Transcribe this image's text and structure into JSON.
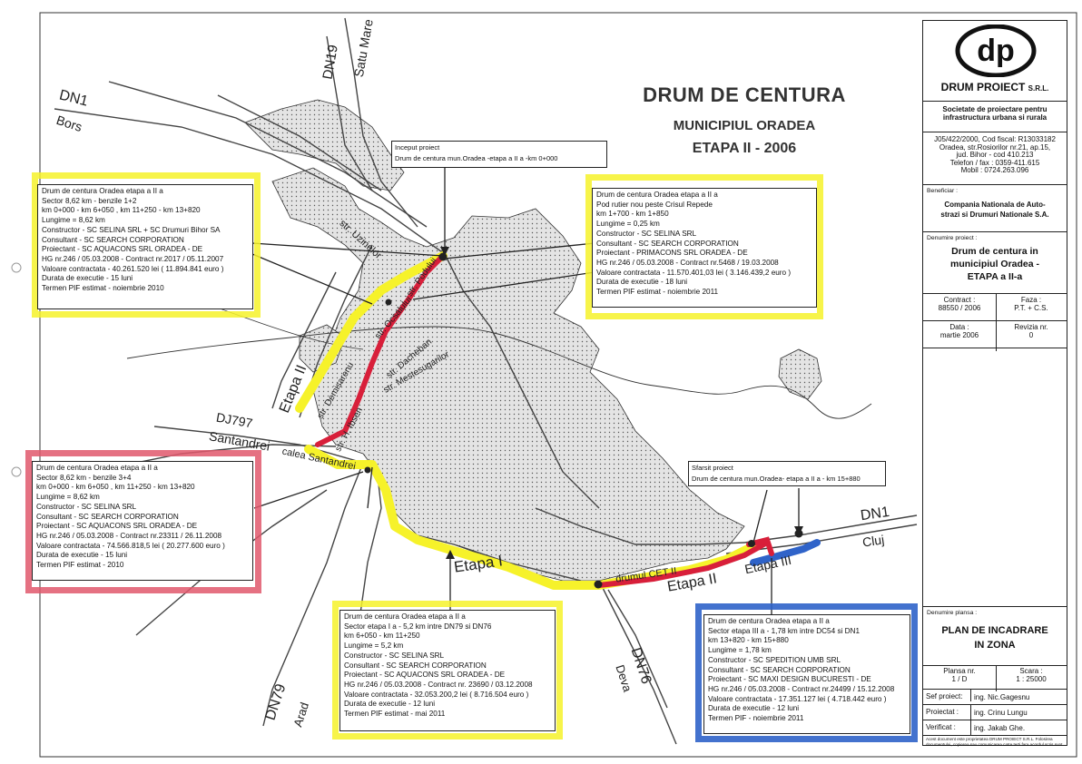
{
  "title": {
    "line1": "DRUM DE CENTURA",
    "line2": "MUNICIPIUL ORADEA",
    "line3": "ETAPA II -  2006"
  },
  "labels": {
    "dn1_w": "DN1",
    "bors": "Bors",
    "dn19": "DN19",
    "satu_mare": "Satu Mare",
    "str_uzinelor": "str. Uzinelor",
    "str_podului": "str. Podului",
    "str_ocsalului": "str. Ocsalului",
    "str_dacheban": "str. Dacheban",
    "str_mestesugarilor": "str. Mestesugarilor",
    "str_demisarenu": "str. Demisarenu",
    "str_ibsen": "str. H. Ibsen",
    "etapa2_v": "Etapa II",
    "dj797": "DJ797",
    "santandrei": "Santandrei",
    "calea_santandrei": "calea Santandrei",
    "etapa1": "Etapa I",
    "drumul_cet": "drumul CET II",
    "etapa2_s": "Etapa II",
    "etapa3": "Etapa III",
    "dn1_e": "DN1",
    "cluj": "Cluj",
    "dn79": "DN79",
    "arad": "Arad",
    "dn76": "DN76",
    "deva": "Deva"
  },
  "callouts": {
    "inceput": {
      "lines": [
        "Inceput proiect",
        "Drum de centura mun.Oradea -etapa a II a -km 0+000"
      ]
    },
    "sfarsit": {
      "lines": [
        "Sfarsit proiect",
        "Drum de centura mun.Oradea- etapa a II a - km 15+880"
      ]
    }
  },
  "boxes": {
    "b1": {
      "lines": [
        "Drum de centura Oradea etapa a II a",
        "Sector 8,62 km - benzile 1+2",
        "km 0+000 - km 6+050 , km 11+250 - km 13+820",
        "Lungime = 8,62 km",
        "Constructor - SC SELINA SRL + SC Drumuri Bihor SA",
        "Consultant - SC SEARCH CORPORATION",
        "Proiectant - SC AQUACONS SRL ORADEA - DE",
        "HG nr.246 / 05.03.2008 - Contract nr.2017 / 05.11.2007",
        "Valoare contractata - 40.261.520 lei ( 11.894.841 euro )",
        "Durata de executie - 15 luni",
        "Termen PIF estimat - noiembrie 2010"
      ]
    },
    "b2": {
      "lines": [
        "Drum de centura Oradea etapa a II a",
        "Pod rutier nou peste Crisul Repede",
        "km 1+700 - km 1+850",
        "Lungime = 0,25 km",
        "Constructor - SC SELINA SRL",
        "Consultant - SC SEARCH CORPORATION",
        "Proiectant - PRIMACONS SRL ORADEA - DE",
        "HG nr.246 / 05.03.2008 - Contract nr.5468 / 19.03.2008",
        "Valoare contractata - 11.570.401,03 lei ( 3.146.439,2 euro )",
        "Durata de executie - 18 luni",
        "Termen PIF estimat - noiembrie 2011"
      ]
    },
    "b3": {
      "lines": [
        "Drum de centura Oradea etapa a II a",
        "Sector 8,62 km - benzile 3+4",
        "km 0+000 - km 6+050 , km 11+250 - km 13+820",
        "Lungime = 8,62 km",
        "Constructor - SC SELINA SRL",
        "Consultant - SC SEARCH CORPORATION",
        "Proiectant - SC AQUACONS SRL ORADEA - DE",
        "HG nr.246 / 05.03.2008 - Contract nr.23311 / 26.11.2008",
        "Valoare contractata - 74.566.818,5 lei ( 20.277.600 euro )",
        "Durata de executie - 15 luni",
        "Termen PIF estimat - 2010"
      ]
    },
    "b4": {
      "lines": [
        "Drum de centura Oradea etapa a II a",
        "Sector etapa I a - 5,2 km intre DN79 si DN76",
        "km 6+050 - km 11+250",
        "Lungime = 5,2 km",
        "Constructor - SC SELINA SRL",
        "Consultant - SC SEARCH CORPORATION",
        "Proiectant - SC AQUACONS SRL ORADEA - DE",
        "HG nr.246 / 05.03.2008 - Contract nr. 23690 / 03.12.2008",
        "Valoare contractata - 32.053.200,2 lei ( 8.716.504 euro )",
        "Durata de executie - 12 luni",
        "Termen PIF estimat - mai 2011"
      ]
    },
    "b5": {
      "lines": [
        "Drum de centura Oradea etapa a II a",
        "Sector etapa III a - 1,78 km intre DC54 si DN1",
        "km 13+820 - km 15+880",
        "Lungime = 1,78 km",
        "Constructor - SC SPEDITION UMB SRL",
        "Consultant - SC SEARCH CORPORATION",
        "Proiectant - SC MAXI DESIGN BUCURESTI - DE",
        "HG nr.246 / 05.03.2008 - Contract nr.24499 / 15.12.2008",
        "Valoare contractata - 17.351.127 lei ( 4.718.442 euro )",
        "Durata de executie - 12 luni",
        "Termen PIF - noiembrie 2011"
      ]
    }
  },
  "titleblock": {
    "company": "DRUM PROIECT",
    "company_suffix": "S.R.L.",
    "tagline": [
      "Societate de proiectare pentru",
      "infrastructura urbana si rurala"
    ],
    "address": [
      "J05/422/2000, Cod fiscal: R13033182",
      "Oradea, str.Rosiorilor nr.21, ap.15,",
      "jud. Bihor - cod 410.213",
      "Telefon / fax : 0359-411.615",
      "Mobil : 0724.263.096"
    ],
    "beneficiar_label": "Beneficiar :",
    "beneficiar": [
      "Compania Nationala de Auto-",
      "strazi si Drumuri Nationale S.A."
    ],
    "denumire_label": "Denumire proiect :",
    "denumire": [
      "Drum de centura in",
      "municipiul Oradea -",
      "ETAPA a II-a"
    ],
    "contract_label": "Contract :",
    "contract": "88550 / 2006",
    "faza_label": "Faza :",
    "faza": "P.T. + C.S.",
    "data_label": "Data :",
    "data": "martie 2006",
    "revizia_label": "Revizia nr.",
    "revizia": "0",
    "plansa_label": "Denumire plansa :",
    "plansa": [
      "PLAN DE INCADRARE",
      "IN ZONA"
    ],
    "plansa_nr_label": "Plansa nr.",
    "plansa_nr": "1 / D",
    "scara_label": "Scara :",
    "scara": "1 : 25000",
    "sef_label": "Sef proiect:",
    "sef": "ing. Nic.Gagesnu",
    "proiectat_label": "Proiectat :",
    "proiectat": "ing. Crinu Lungu",
    "verificat_label": "Verificat :",
    "verificat": "ing. Jakab Ghe.",
    "note": "Acest document este proprietatea DRUM PROIECT S.R.L. Folosirea documentului, copierea sau comunicarea catre terti fara acordul scris sunt interzise."
  },
  "colors": {
    "yellow": "#f6f22a",
    "red": "#e0586c",
    "blue": "#2f63c9",
    "city": "#d9d9d9"
  }
}
